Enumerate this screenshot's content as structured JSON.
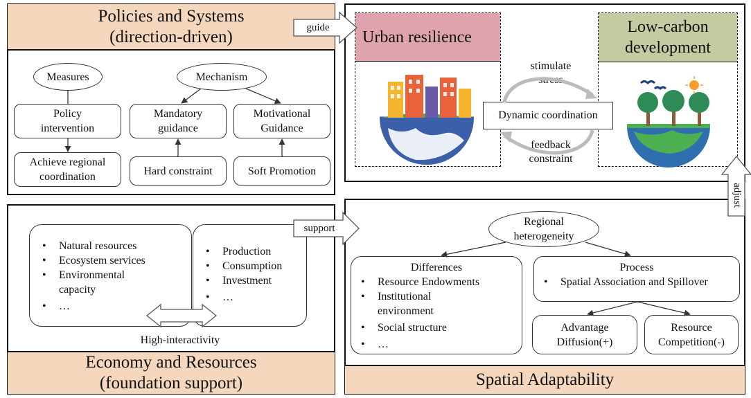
{
  "policies": {
    "title_line1": "Policies and Systems",
    "title_line2": "(direction-driven)",
    "measures": "Measures",
    "mechanism": "Mechanism",
    "policy_intervention_l1": "Policy",
    "policy_intervention_l2": "intervention",
    "achieve_l1": "Achieve regional",
    "achieve_l2": "coordination",
    "mandatory_l1": "Mandatory",
    "mandatory_l2": "guidance",
    "motivational_l1": "Motivational",
    "motivational_l2": "Guidance",
    "hard_constraint": "Hard constraint",
    "soft_promotion": "Soft Promotion"
  },
  "arrows": {
    "guide": "guide",
    "support": "support",
    "adjust": "adjust"
  },
  "top_right": {
    "urban_resilience": "Urban resilience",
    "low_carbon_l1": "Low-carbon",
    "low_carbon_l2": "development",
    "stimulate": "stimulate",
    "stress": "stress",
    "dynamic_coordination": "Dynamic coordination",
    "feedback": "feedback",
    "constraint": "constraint"
  },
  "economy": {
    "left_list": [
      "Natural resources",
      "Ecosystem services",
      "Environmental capacity",
      "…"
    ],
    "right_list": [
      "Production",
      "Consumption",
      "Investment",
      "…"
    ],
    "high_interactivity": "High-interactivity",
    "title_line1": "Economy and Resources",
    "title_line2": "(foundation support)"
  },
  "spatial": {
    "regional_l1": "Regional",
    "regional_l2": "heterogeneity",
    "differences_title": "Differences",
    "differences_list": [
      "Resource Endowments",
      "Institutional environment",
      "Social structure",
      "…"
    ],
    "process_title": "Process",
    "process_list": [
      "Spatial Association and Spillover"
    ],
    "advantage_l1": "Advantage",
    "advantage_l2": "Diffusion(+)",
    "competition_l1": "Resource",
    "competition_l2": "Competition(-)",
    "title": "Spatial Adaptability"
  },
  "colors": {
    "tan": "#f4d7bd",
    "pink": "#dfa3ad",
    "olive": "#c3cba3"
  }
}
